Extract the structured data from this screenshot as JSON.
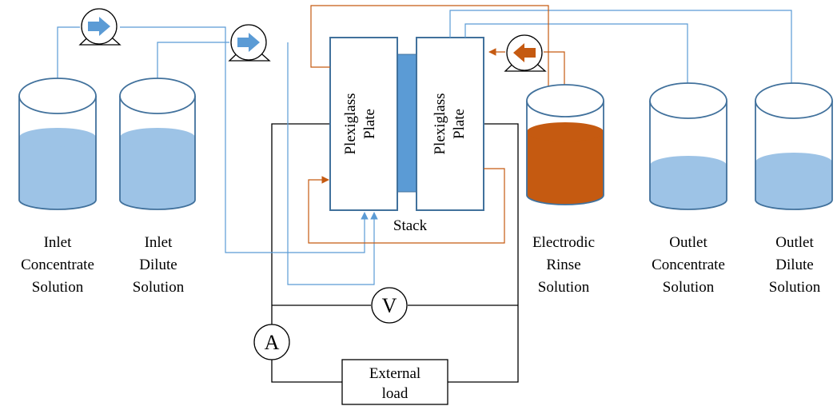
{
  "colors": {
    "solution_blue": "#9dc3e6",
    "pipe_blue": "#5b9bd5",
    "rinse_orange": "#c55a11",
    "membrane_blue": "#5b9bd5",
    "frame_dark_blue": "#41719c",
    "wire_black": "#000000"
  },
  "tanks": {
    "inlet_concentrate": {
      "lines": [
        "Inlet",
        "Concentrate",
        "Solution"
      ]
    },
    "inlet_dilute": {
      "lines": [
        "Inlet",
        "Dilute",
        "Solution"
      ]
    },
    "electrodic_rinse": {
      "lines": [
        "Electrodic",
        "Rinse",
        "Solution"
      ]
    },
    "outlet_concentrate": {
      "lines": [
        "Outlet",
        "Concentrate",
        "Solution"
      ]
    },
    "outlet_dilute": {
      "lines": [
        "Outlet",
        "Dilute",
        "Solution"
      ]
    }
  },
  "stack": {
    "label": "Stack",
    "left_plate": [
      "Plexiglass",
      "Plate"
    ],
    "right_plate": [
      "Plexiglass",
      "Plate"
    ]
  },
  "meters": {
    "voltmeter": "V",
    "ammeter": "A"
  },
  "load": {
    "lines": [
      "External",
      "load"
    ]
  },
  "icons": [
    "pump-icon",
    "pump-icon",
    "pump-icon",
    "flow-arrow-icon"
  ]
}
